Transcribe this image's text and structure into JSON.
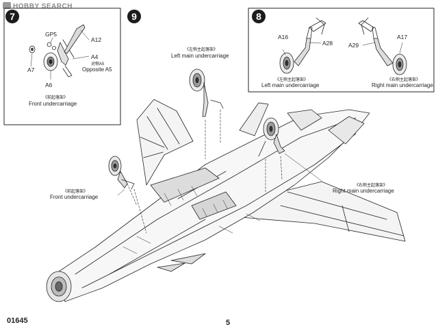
{
  "header": {
    "watermark": "HOBBY SEARCH"
  },
  "steps": {
    "seven": "7",
    "nine": "9",
    "eight": "8"
  },
  "step7": {
    "part_gp5": "GP5",
    "part_a12": "A12",
    "part_a4": "A4",
    "opposite_cn": "对侧A5",
    "opposite": "Opposite A5",
    "part_a7": "A7",
    "part_a6": "A6",
    "caption_cn": "《前起落架》",
    "caption": "Front undercarriage"
  },
  "step8": {
    "part_a16": "A16",
    "part_a28": "A28",
    "part_a17": "A17",
    "part_a29": "A29",
    "left_cn": "《左侧主起落架》",
    "left": "Left main undercarriage",
    "right_cn": "《右侧主起落架》",
    "right": "Right main undercarriage"
  },
  "step9": {
    "left_cn": "《左侧主起落架》",
    "left": "Left main undercarriage",
    "front_cn": "《前起落架》",
    "front": "Front undercarriage",
    "right_cn": "《右侧主起落架》",
    "right": "Right main undercarriage"
  },
  "footer": {
    "code": "01645",
    "page": "5"
  }
}
